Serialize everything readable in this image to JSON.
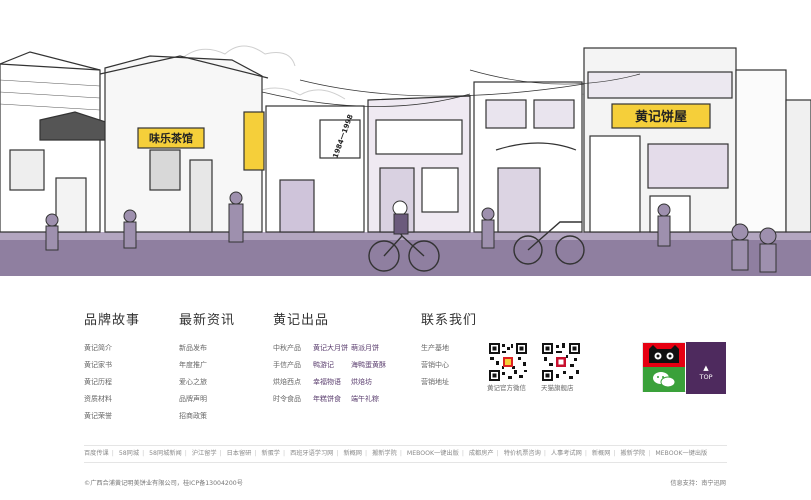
{
  "banner": {
    "signs": {
      "teahouse": "味乐茶馆",
      "huangji": "黄记饼屋",
      "phone": "1984一1998"
    }
  },
  "nav": {
    "brand": {
      "title": "品牌故事",
      "items": [
        "黄记简介",
        "黄记家书",
        "黄记历程",
        "资质材料",
        "黄记荣誉"
      ]
    },
    "news": {
      "title": "最新资讯",
      "items": [
        "新品发布",
        "年度推广",
        "爱心之旅",
        "品牌声明",
        "招商政策"
      ]
    },
    "products": {
      "title": "黄记出品",
      "rows": [
        {
          "category": "中秋产品",
          "items": [
            "黄记大月饼",
            "萌派月饼"
          ]
        },
        {
          "category": "手信产品",
          "items": [
            "鸭游记",
            "海鸭蛋黄酥"
          ]
        },
        {
          "category": "烘焙西点",
          "items": [
            "幸福物语",
            "烘焙坊"
          ]
        },
        {
          "category": "时令食品",
          "items": [
            "年糕饼食",
            "端午礼粽"
          ]
        }
      ]
    },
    "contact": {
      "title": "联系我们",
      "items": [
        "生产基地",
        "营销中心",
        "营销地址"
      ]
    }
  },
  "qr": {
    "wechat_label": "黄记官方微信",
    "tmall_label": "天猫旗舰店"
  },
  "top_button": {
    "arrow": "▲",
    "label": "TOP"
  },
  "friend_links": [
    "百度传课",
    "58同城",
    "58同城新闻",
    "沪江留学",
    "日本留研",
    "新蛋学",
    "西班牙语学习网",
    "新概网",
    "搬新学院",
    "MEBOOK一键出版",
    "成都房产",
    "特价机票咨询",
    "人事考试网",
    "新概网",
    "搬新学院",
    "MEBOOK一键出版"
  ],
  "footer": {
    "copyright": "©广西合浦黄记明美饼业有限公司，桂ICP备13004200号",
    "support": "信息支持：南宁迅网"
  },
  "colors": {
    "brand_purple": "#4e2a5e",
    "product_link": "#5a3d6e",
    "street_purple": "#8a7a98"
  }
}
